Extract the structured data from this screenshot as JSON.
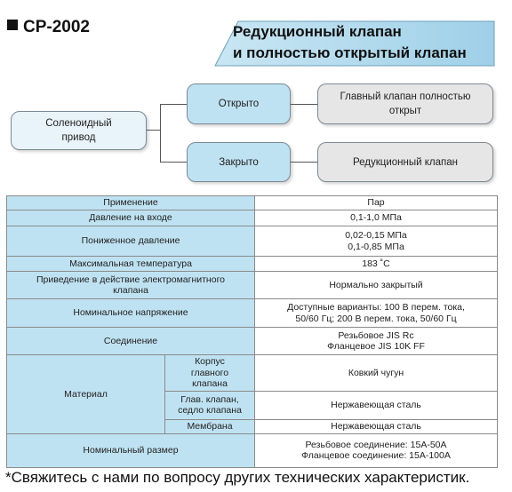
{
  "model": "CP-2002",
  "banner": {
    "line1": "Редукционный клапан",
    "line2": "и полностью открытый клапан"
  },
  "diagram": {
    "source": "Соленоидный\nпривод",
    "open_label": "Открыто",
    "closed_label": "Закрыто",
    "open_result": "Главный клапан полностью\nоткрыт",
    "closed_result": "Редукционный клапан"
  },
  "specs": {
    "application_label": "Применение",
    "application_value": "Пар",
    "inlet_pressure_label": "Давление на входе",
    "inlet_pressure_value": "0,1-1,0 МПа",
    "reduced_pressure_label": "Пониженное давление",
    "reduced_pressure_value": "0,02-0,15 МПа\n0,1-0,85 МПа",
    "max_temp_label": "Максимальная температура",
    "max_temp_value": "183 ˚C",
    "actuation_label": "Приведение в действие электромагнитного\nклапана",
    "actuation_value": "Нормально закрытый",
    "voltage_label": "Номинальное напряжение",
    "voltage_value": "Доступные варианты: 100 В перем. тока,\n50/60 Гц; 200 В перем. тока, 50/60 Гц",
    "connection_label": "Соединение",
    "connection_value": "Резьбовое JIS Rc\nФланцевое JIS 10K FF",
    "material_label": "Материал",
    "body_label": "Корпус\nглавного\nклапана",
    "body_value": "Ковкий чугун",
    "seat_label": "Глав. клапан,\nседло клапана",
    "seat_value": "Нержавеющая сталь",
    "membrane_label": "Мембрана",
    "membrane_value": "Нержавеющая сталь",
    "size_label": "Номинальный размер",
    "size_value": "Резьбовое соединение: 15А-50А\nФланцевое соединение: 15А-100А"
  },
  "footnote": "*Свяжитесь с нами по вопросу других технических характеристик."
}
